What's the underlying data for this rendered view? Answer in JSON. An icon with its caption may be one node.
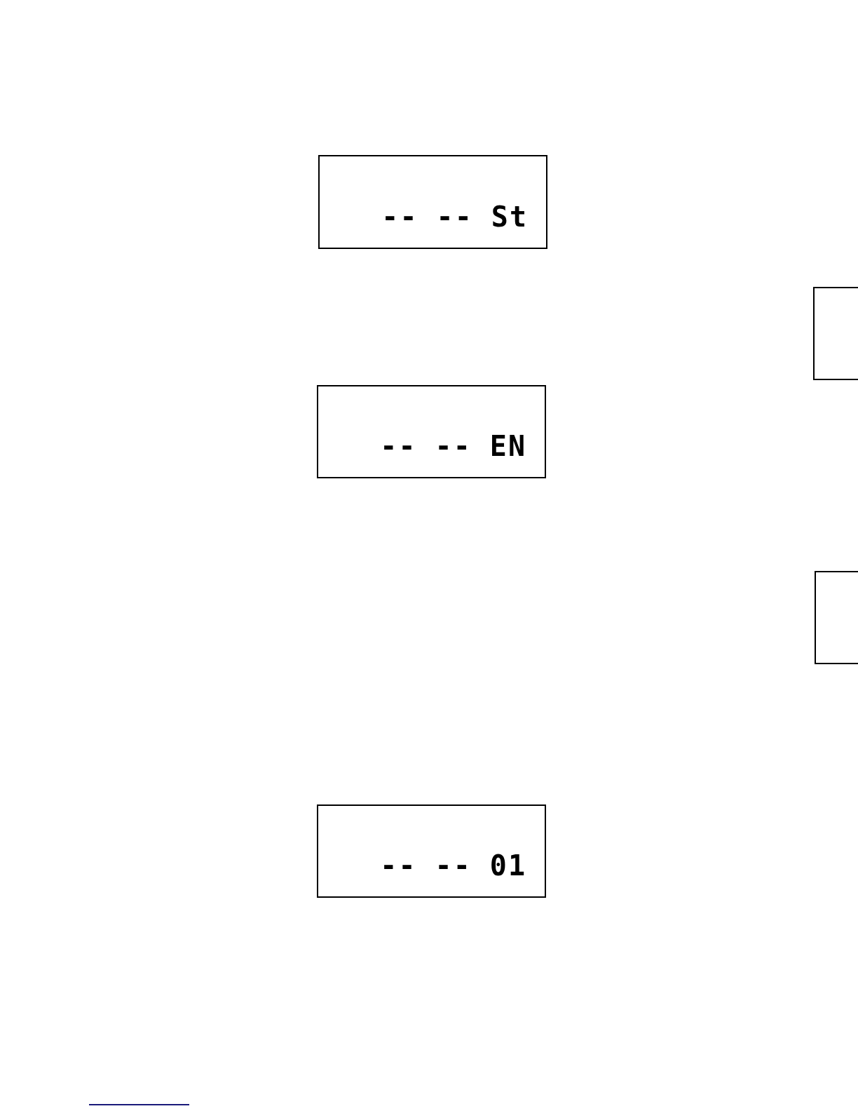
{
  "diagram": {
    "nodes": [
      {
        "text": [
          "-- -- St"
        ]
      },
      {
        "text": [],
        "shape": "box"
      },
      {
        "text": [
          "-- -- EN"
        ]
      },
      {
        "text": [],
        "shape": "box"
      },
      {
        "text": [
          "-- -- 01"
        ]
      }
    ]
  }
}
